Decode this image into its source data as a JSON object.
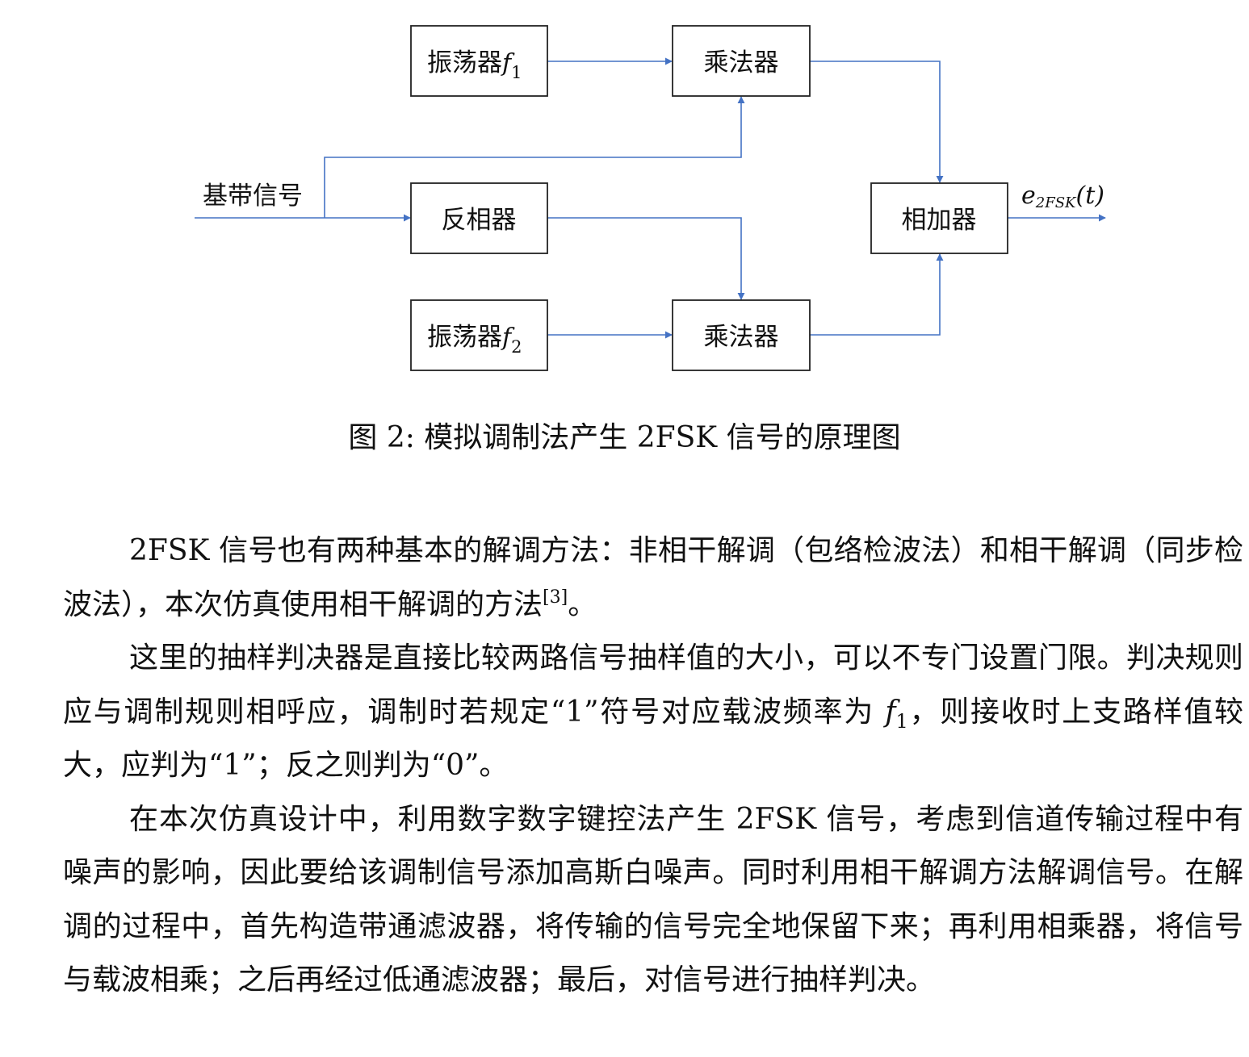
{
  "diagram": {
    "input_label": "基带信号",
    "output_label": {
      "base": "e",
      "sub": "2FSK",
      "arg": "(t)"
    },
    "blocks": {
      "osc1": {
        "label": "振荡器",
        "var": "f",
        "sub": "1"
      },
      "osc2": {
        "label": "振荡器",
        "var": "f",
        "sub": "2"
      },
      "mult1": {
        "label": "乘法器"
      },
      "mult2": {
        "label": "乘法器"
      },
      "inverter": {
        "label": "反相器"
      },
      "adder": {
        "label": "相加器"
      }
    },
    "colors": {
      "line": "#4472c4",
      "box": "#222222"
    }
  },
  "caption": "图 2: 模拟调制法产生 2FSK 信号的原理图",
  "paragraphs": {
    "p1": {
      "text": "2FSK 信号也有两种基本的解调方法：非相干解调（包络检波法）和相干解调（同步检波法），本次仿真使用相干解调的方法",
      "ref": "[3]",
      "end": "。"
    },
    "p2": {
      "text_a": "这里的抽样判决器是直接比较两路信号抽样值的大小，可以不专门设置门限。判决规则应与调制规则相呼应，调制时若规定“1”符号对应载波频率为 ",
      "var": "f",
      "sub": "1",
      "text_b": "，则接收时上支路样值较大，应判为“1”；反之则判为“0”。"
    },
    "p3": {
      "text": "在本次仿真设计中，利用数字数字键控法产生 2FSK 信号，考虑到信道传输过程中有噪声的影响，因此要给该调制信号添加高斯白噪声。同时利用相干解调方法解调信号。在解调的过程中，首先构造带通滤波器，将传输的信号完全地保留下来；再利用相乘器，将信号与载波相乘；之后再经过低通滤波器；最后，对信号进行抽样判决。"
    }
  }
}
